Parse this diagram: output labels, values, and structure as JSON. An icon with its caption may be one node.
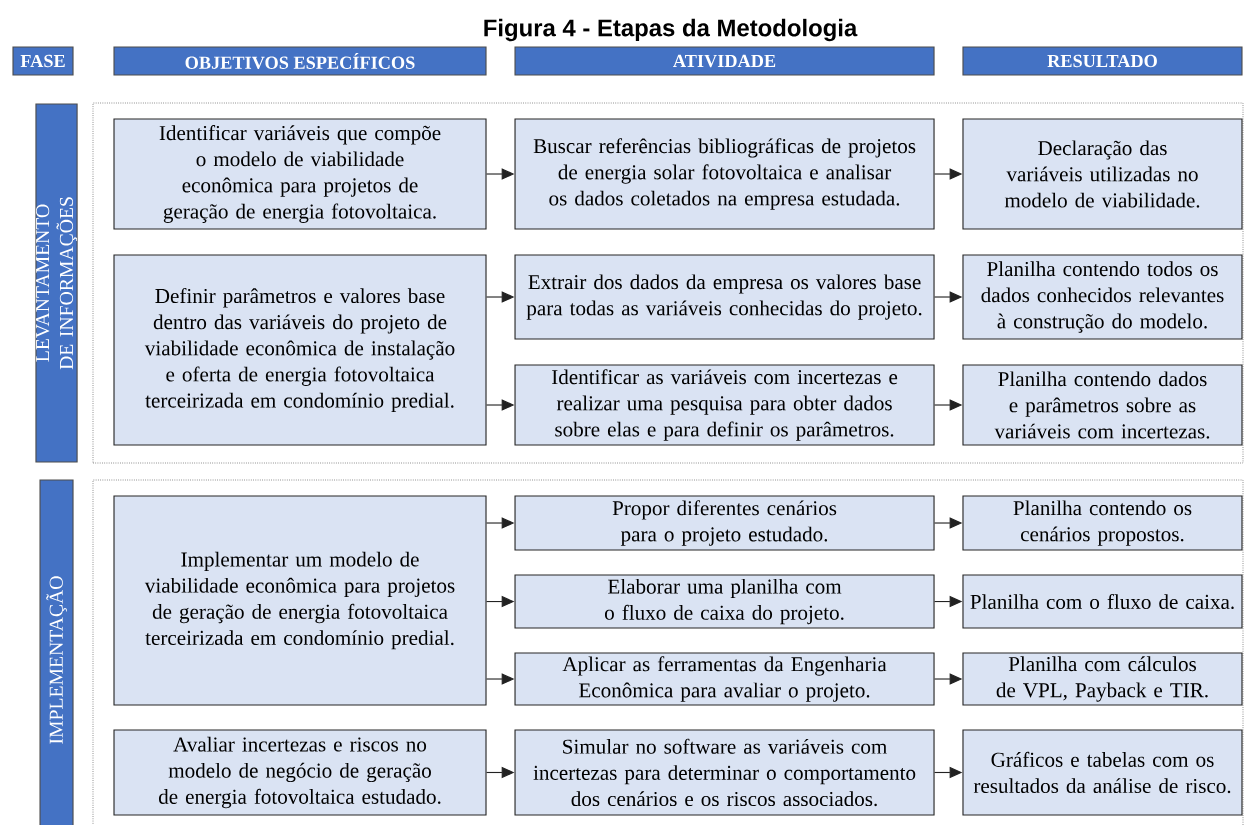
{
  "diagram": {
    "title": "Figura 4 - Etapas da Metodologia",
    "nodes": [
      {
        "text": [
          "FASE"
        ]
      },
      {
        "text": [
          "OBJETIVOS ESPECÍFICOS"
        ]
      },
      {
        "text": [
          "ATIVIDADE"
        ]
      },
      {
        "text": [
          "RESULTADO"
        ]
      },
      {
        "text": [
          "LEVANTAMENTO DE INFORMAÇÕES"
        ]
      },
      {
        "text": [],
        "shape": "box"
      },
      {
        "text": [
          "Identificar variáveis que compõe o modelo de viabilidade econômica para projetos de geração de energia fotovoltaica."
        ],
        "in": 5
      },
      {
        "text": [
          "Buscar referências bibliográficas de projetos de energia solar fotovoltaica e analisar os dados coletados na empresa estudada."
        ],
        "in": 5
      },
      {
        "text": [
          "Declaração das variáveis utilizadas no modelo de viabilidade."
        ],
        "in": 5
      },
      {
        "text": [
          "Definir parâmetros e valores base dentro das variáveis do projeto de viabilidade econômica de instalação e oferta de energia fotovoltaica terceirizada em condomínio predial."
        ],
        "in": 5
      },
      {
        "text": [
          "Extrair dos dados da empresa os valores base para todas as variáveis conhecidas do projeto."
        ],
        "in": 5
      },
      {
        "text": [
          "Planilha contendo todos os dados conhecidos relevantes à construção do modelo."
        ],
        "in": 5
      },
      {
        "text": [
          "Identificar as variáveis com incertezas e realizar uma pesquisa para obter dados sobre elas e para definir os parâmetros."
        ],
        "in": 5
      },
      {
        "text": [
          "Planilha contendo dados e parâmetros sobre as variáveis com incertezas."
        ],
        "in": 5
      },
      {
        "text": [
          "IMPLEMENTAÇÃO"
        ]
      },
      {
        "text": [],
        "shape": "box"
      },
      {
        "text": [
          "Implementar um modelo de viabilidade econômica para projetos de geração de energia fotovoltaica terceirizada em condomínio predial."
        ],
        "in": 15
      },
      {
        "text": [
          "Propor diferentes cenários para o projeto estudado."
        ],
        "in": 15
      },
      {
        "text": [
          "Planilha contendo os cenários propostos."
        ],
        "in": 15
      },
      {
        "text": [
          "Elaborar uma planilha com o fluxo de caixa do projeto."
        ],
        "in": 15
      },
      {
        "text": [
          "Planilha com o fluxo de caixa."
        ],
        "in": 15
      },
      {
        "text": [
          "Aplicar as ferramentas da Engenharia Econômica para avaliar o projeto."
        ],
        "in": 15
      },
      {
        "text": [
          "Planilha com cálculos de VPL, Payback e TIR."
        ],
        "in": 15
      },
      {
        "text": [
          "Avaliar incertezas e riscos no modelo de negócio de geração de energia fotovoltaica estudado."
        ],
        "in": 15
      },
      {
        "text": [
          "Simular no software as variáveis com incertezas para determinar o comportamento dos cenários e os riscos associados."
        ],
        "in": 15
      },
      {
        "text": [
          "Gráficos e tabelas com os resultados da análise de risco."
        ],
        "in": 15
      }
    ],
    "edges": [
      {
        "from": 6,
        "to": 7,
        "arrow": "to"
      },
      {
        "from": 7,
        "to": 8,
        "arrow": "to"
      },
      {
        "from": 9,
        "to": 10,
        "arrow": "to"
      },
      {
        "from": 10,
        "to": 11,
        "arrow": "to"
      },
      {
        "from": 9,
        "to": 12,
        "arrow": "to"
      },
      {
        "from": 12,
        "to": 13,
        "arrow": "to"
      },
      {
        "from": 16,
        "to": 17,
        "arrow": "to"
      },
      {
        "from": 17,
        "to": 18,
        "arrow": "to"
      },
      {
        "from": 16,
        "to": 19,
        "arrow": "to"
      },
      {
        "from": 19,
        "to": 20,
        "arrow": "to"
      },
      {
        "from": 16,
        "to": 21,
        "arrow": "to"
      },
      {
        "from": 21,
        "to": 22,
        "arrow": "to"
      },
      {
        "from": 23,
        "to": 24,
        "arrow": "to"
      },
      {
        "from": 24,
        "to": 25,
        "arrow": "to"
      }
    ]
  }
}
